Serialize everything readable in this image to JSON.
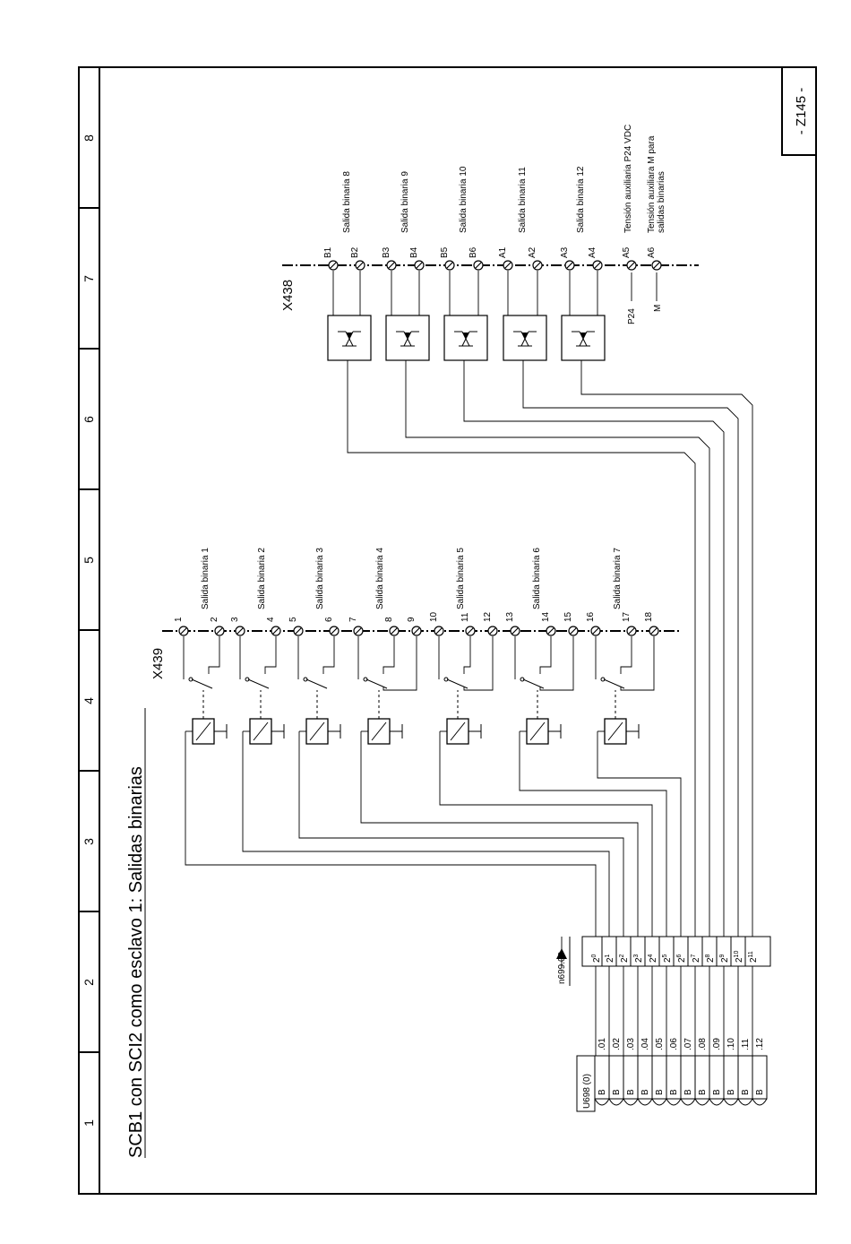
{
  "sheet": {
    "title": "SCB1 con SCI2 como esclavo 1: Salidas binarias",
    "page_id": "- Z145 -",
    "columns": [
      "1",
      "2",
      "3",
      "4",
      "5",
      "6",
      "7",
      "8"
    ]
  },
  "connector_x439": {
    "label": "X439",
    "terminals": [
      "1",
      "2",
      "3",
      "4",
      "5",
      "6",
      "7",
      "8",
      "9",
      "10",
      "11",
      "12",
      "13",
      "14",
      "15",
      "16",
      "17",
      "18"
    ],
    "outputs": [
      "Salida binaria 1",
      "Salida binaria 2",
      "Salida binaria 3",
      "Salida binaria 4",
      "Salida binaria 5",
      "Salida binaria 6",
      "Salida binaria 7"
    ]
  },
  "connector_x438": {
    "label": "X438",
    "terminals": [
      "B1",
      "B2",
      "B3",
      "B4",
      "B5",
      "B6",
      "A1",
      "A2",
      "A3",
      "A4",
      "A5",
      "A6"
    ],
    "outputs": [
      "Salida binaria 8",
      "Salida binaria 9",
      "Salida binaria 10",
      "Salida binaria 11",
      "Salida binaria 12"
    ],
    "aux_p24_line1": "Tensión auxiliaria P24 VDC",
    "aux_m_line1": "Tensión auxiliara M para",
    "aux_m_line2": "salidas binarias",
    "p24": "P24",
    "m": "M"
  },
  "parameter_block": {
    "name": "U698 (0)",
    "indices": [
      ".01",
      ".02",
      ".03",
      ".04",
      ".05",
      ".06",
      ".07",
      ".08",
      ".09",
      ".10",
      ".11",
      ".12"
    ],
    "type_letter": "B"
  },
  "binector_bits": {
    "parameter": "n699.09",
    "base": "2",
    "exponents": [
      "0",
      "1",
      "2",
      "3",
      "4",
      "5",
      "6",
      "7",
      "8",
      "9",
      "10",
      "11"
    ]
  }
}
